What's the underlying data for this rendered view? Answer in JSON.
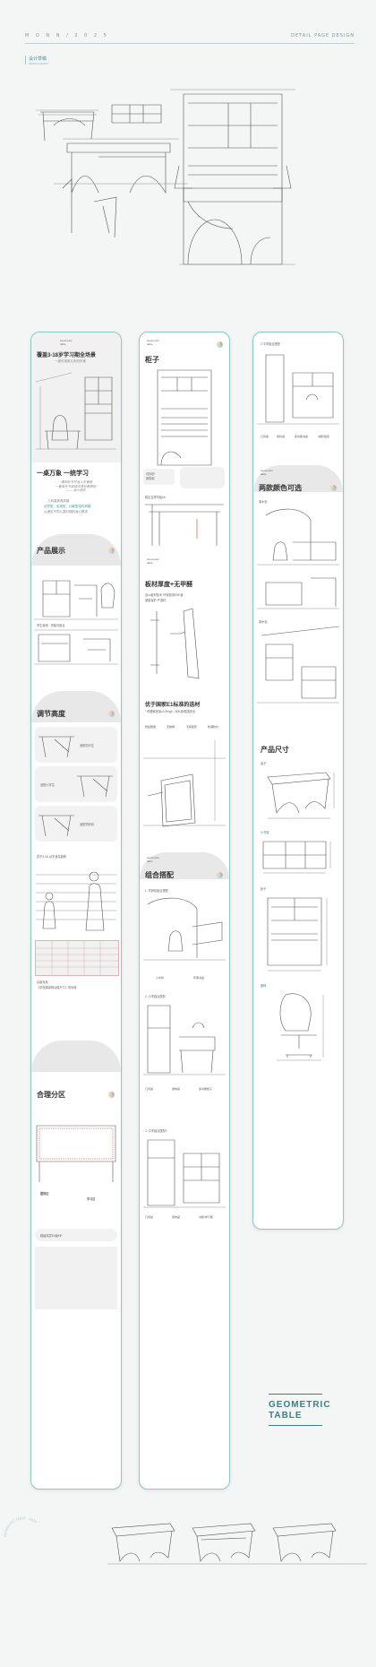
{
  "header": {
    "left": "M O N N   /   2 0 2 5",
    "right": "DETAIL PAGE DESIGN",
    "label_cn": "设计草稿",
    "label_en": "DESIGN DRAFT"
  },
  "col1": {
    "logo": "Geometric\ntable",
    "hero_title": "覆盖3-18岁学习期全场景",
    "hero_sub": "一桌可用用几年的好桌",
    "s2_title": "一桌万象 一统学习",
    "s2_poem": "“遇到好书可当人生食粮\n一直美在书桌陪伴里好看原色”\n—— 给小朋友",
    "s2_body1": "几何桌家具风格",
    "s2_body2": "创意型、实用型、功能型结构风格",
    "s2_body3": "以满足不同儿童时期的身心需求",
    "s3_title": "产品展示",
    "s3_caption": "学生使用 · 拼装可组合",
    "s4_title": "调节高度",
    "s4_card1": "适配初中生",
    "s4_card2": "适配小学生",
    "s4_card3": "适配学龄前",
    "s4_chart": "孩子3.18-18岁身高趋势",
    "s4_note1": "高度标准",
    "s4_note2": "《学校课桌椅功能尺寸》的标准",
    "s5_title": "合理分区",
    "s5_a": "置物区",
    "s5_b": "学习区",
    "s5_bottom": "超级厚层E0级MF"
  },
  "col2": {
    "logo": "Geometric\ntable",
    "s1_title": "柜子",
    "s1_tag": "可拆卸\n置物架",
    "s2_note": "稳定支撑背板stt",
    "s3_title": "板材厚度+无甲醛",
    "s3_body1": "加uv板材技术 环保检测ENF级",
    "s3_body2": "健康保护 严选材",
    "s4_title": "优于国家E1标准的选材",
    "s4_sub": "* 甲醛释放量≤0.5mg/L, 对水源/健康安全",
    "s4_p1": "防刮耐磨",
    "s4_p2": "无味释",
    "s4_p3": "不易变形",
    "s4_p4": "防潮防水",
    "s5_title": "组合搭配",
    "s5_a": "1. 学龄前组合搭配",
    "s5_a1": "小木椅",
    "s5_a2": "环保书桌",
    "s5_b": "2. 小学组合搭配",
    "s5_b1": "几何桌",
    "s5_b2": "通常桌",
    "s5_b3": "多功能柜子",
    "s5_c": "3. 中学组合搭配2",
    "s5_c1": "几何桌",
    "s5_c2": "简約桌",
    "s5_c3": "书柜/学习柜"
  },
  "col3": {
    "s1_tag": "2 中学组合搭配",
    "s1_p1": "几何桌",
    "s1_p2": "简约桌",
    "s1_p3": "多功能书桌",
    "s1_p4": "书柜/组合",
    "logo": "Geometric\ntable",
    "s2_title": "两款颜色可选",
    "s2_a": "原木色",
    "s2_b": "原木色",
    "s3_title": "产品尺寸",
    "s3_a": "桌子",
    "s3_b": "小书架",
    "s3_c": "柜子",
    "s3_d": "座椅"
  },
  "brand": {
    "line1": "GEOMETRIC",
    "line2": "TABLE",
    "circle_text": "GEOMETRIC TABLE · 2025"
  },
  "colors": {
    "accent": "#8ec6cb",
    "brand": "#3d7f86"
  }
}
